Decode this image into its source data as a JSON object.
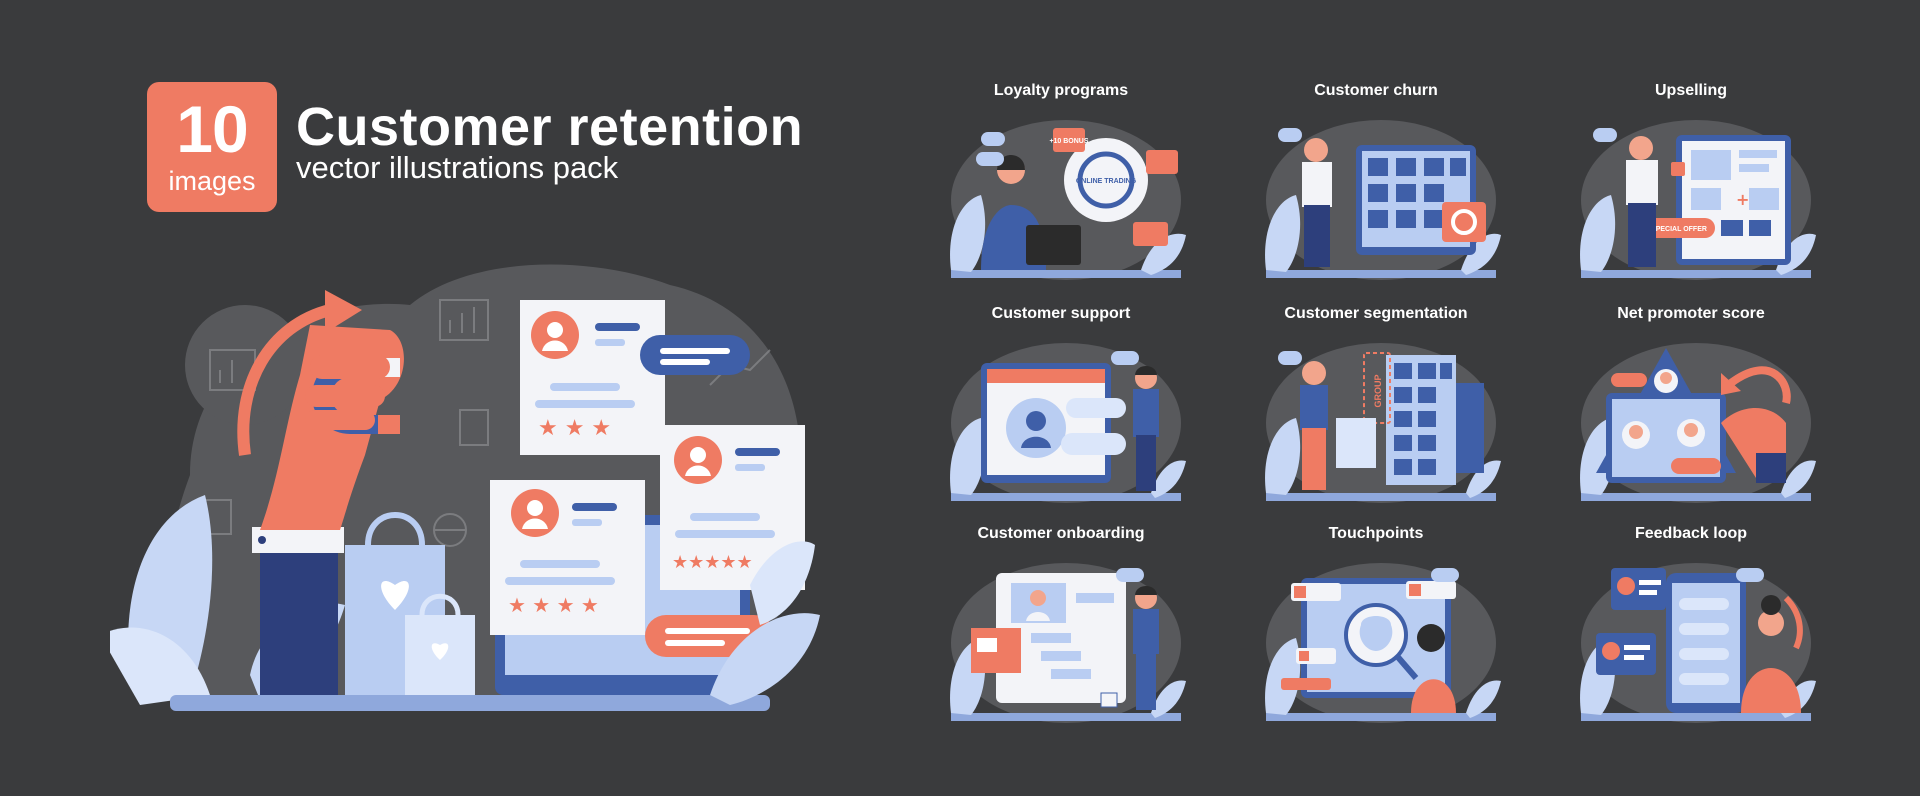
{
  "badge": {
    "number": "10",
    "label": "images"
  },
  "title": "Customer retention",
  "subtitle": "vector illustrations pack",
  "colors": {
    "background": "#3a3b3d",
    "accent": "#ef7b63",
    "blue": "#3f5fa8",
    "light_blue": "#b9cdf2"
  },
  "cards": [
    {
      "label": "Loyalty programs",
      "icon": "loyalty-illustration"
    },
    {
      "label": "Customer churn",
      "icon": "churn-illustration"
    },
    {
      "label": "Upselling",
      "icon": "upselling-illustration"
    },
    {
      "label": "Customer support",
      "icon": "support-illustration"
    },
    {
      "label": "Customer segmentation",
      "icon": "segmentation-illustration"
    },
    {
      "label": "Net promoter score",
      "icon": "nps-illustration"
    },
    {
      "label": "Customer onboarding",
      "icon": "onboarding-illustration"
    },
    {
      "label": "Touchpoints",
      "icon": "touchpoints-illustration"
    },
    {
      "label": "Feedback loop",
      "icon": "feedback-loop-illustration"
    }
  ],
  "illustration_text": {
    "bonus": "+10 BONUS",
    "online_trading": "ONLINE TRADING",
    "special_offer": "SPECIAL OFFER",
    "group": "GROUP"
  }
}
